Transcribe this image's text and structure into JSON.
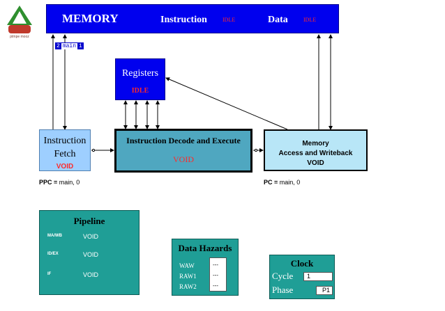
{
  "logo": {
    "caption": "ptmpe mooz"
  },
  "memory": {
    "title": "MEMORY",
    "instruction_label": "Instruction",
    "instruction_status": "IDLE",
    "data_label": "Data",
    "data_status": "IDLE"
  },
  "thread_tag": {
    "left_num": "2",
    "name": "main",
    "right_num": "1"
  },
  "registers": {
    "title": "Registers",
    "status": "IDLE"
  },
  "fetch": {
    "line1": "Instruction",
    "line2": "Fetch",
    "status": "VOID"
  },
  "decode": {
    "title": "Instruction Decode and Execute",
    "status": "VOID"
  },
  "mawb": {
    "line1": "Memory",
    "line2": "Access and Writeback",
    "status": "VOID"
  },
  "ppc": {
    "label": "PPC =",
    "value": "main, 0"
  },
  "pc": {
    "label": "PC =",
    "value": "main, 0"
  },
  "pipeline": {
    "title": "Pipeline",
    "stages": [
      {
        "label": "MA/WB",
        "value": "VOID"
      },
      {
        "label": "ID/EX",
        "value": "VOID"
      },
      {
        "label": "IF",
        "value": "VOID"
      }
    ]
  },
  "hazards": {
    "title": "Data Hazards",
    "rows": [
      {
        "label": "WAW",
        "value": "---"
      },
      {
        "label": "RAW1",
        "value": "---"
      },
      {
        "label": "RAW2",
        "value": "---"
      }
    ]
  },
  "clock": {
    "title": "Clock",
    "cycle_label": "Cycle",
    "cycle_value": "1",
    "phase_label": "Phase",
    "phase_value": "P1"
  },
  "colors": {
    "memory_blue": "#0000ee",
    "status_red": "#ff2a2a",
    "fetch_fill": "#9ecfff",
    "decode_fill": "#4fa7c0",
    "mawb_fill": "#b8e6f7",
    "panel_teal": "#1f9e96"
  }
}
